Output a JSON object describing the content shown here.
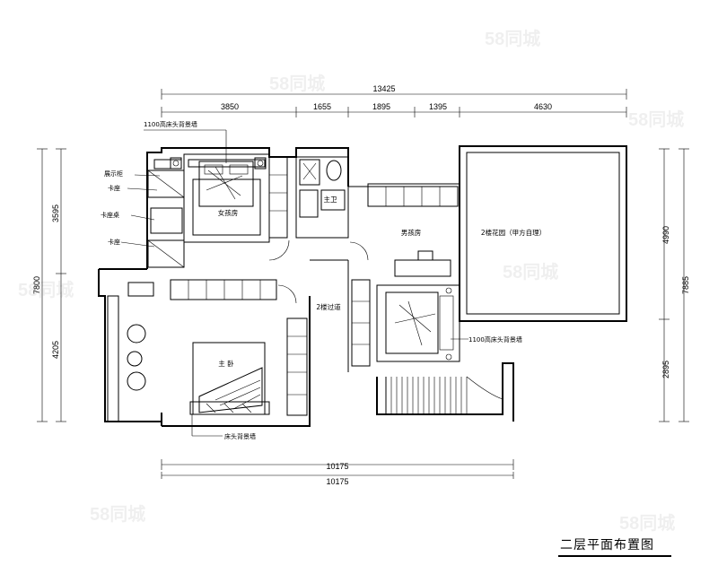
{
  "title": "二层平面布置图",
  "dimensions": {
    "top_total": "13425",
    "top_segments": [
      "3850",
      "1655",
      "1895",
      "1395",
      "4630"
    ],
    "left_upper": "3595",
    "left_total": "7800",
    "left_lower": "4205",
    "right_upper": "4990",
    "right_total": "7885",
    "right_lower": "2895",
    "bottom_1": "10175",
    "bottom_2": "10175"
  },
  "labels": {
    "bed_wall_girl": "1100高床头背景墙",
    "display_cabinet": "展示柜",
    "seat_1": "卡座",
    "seat_table": "卡座桌",
    "seat_2": "卡座",
    "girl_room": "女孩房",
    "master_bath": "主卫",
    "boy_room": "男孩房",
    "garden": "2楼花园（甲方自理）",
    "corridor": "2楼过道",
    "bed_wall_boy": "1100高床头背景墙",
    "master_bed": "主 卧",
    "bed_wall_master": "床头背景墙"
  },
  "watermark": "58同城"
}
